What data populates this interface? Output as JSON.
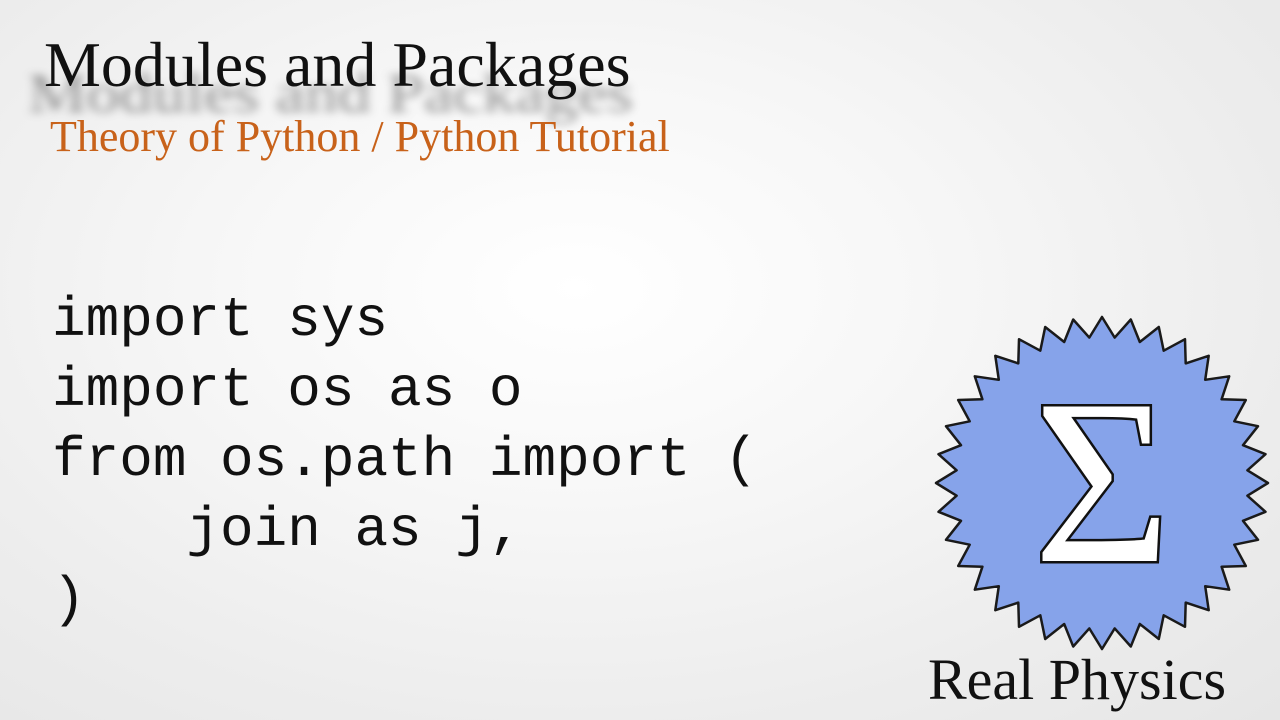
{
  "title": "Modules and Packages",
  "subtitle": "Theory of Python / Python Tutorial",
  "code_lines": [
    "import sys",
    "import os as o",
    "from os.path import (",
    "    join as j,",
    ")"
  ],
  "logo": {
    "symbol": "Σ",
    "icon": "sigma-badge-icon",
    "fill_color": "#86a3ea",
    "stroke_color": "#1a1a1a"
  },
  "brand": "Real Physics",
  "colors": {
    "subtitle": "#c8621a",
    "text": "#111111"
  }
}
